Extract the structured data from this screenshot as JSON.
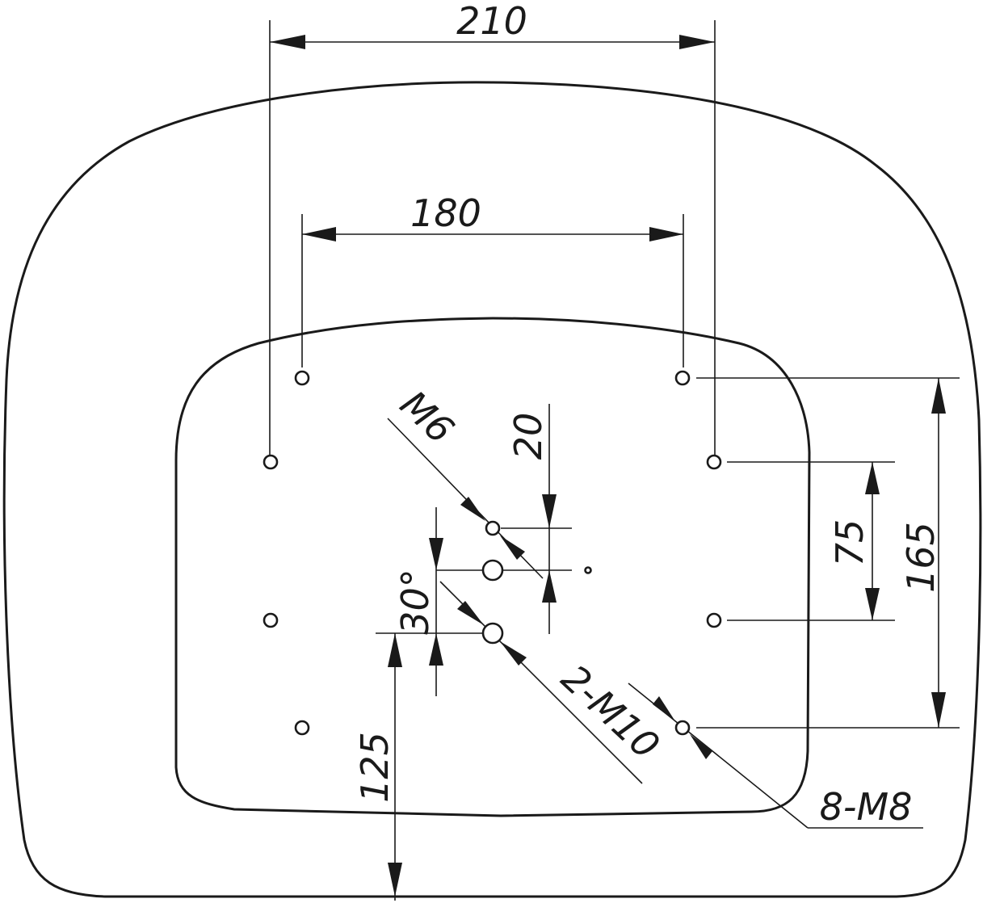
{
  "dimensions": {
    "outer_spacing": "210",
    "inner_spacing": "180",
    "vertical_total": "165",
    "vertical_pair": "75",
    "center_offset": "20",
    "center_angle": "30°",
    "bottom_offset": "125"
  },
  "callouts": {
    "center_thread": "M6",
    "double_thread": "2-M10",
    "perimeter_thread": "8-M8"
  },
  "colors": {
    "line": "#1a1a1a",
    "background": "#ffffff"
  }
}
